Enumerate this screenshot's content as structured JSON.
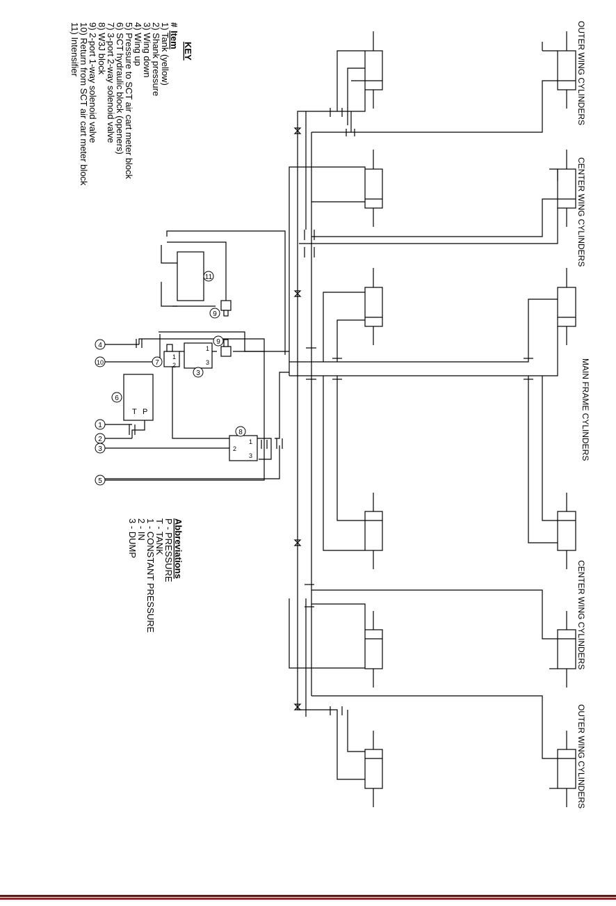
{
  "key": {
    "title": "KEY",
    "header_num": "#",
    "header_item": "Item",
    "items": [
      "1) Tank (yellow)",
      "2) Shank pressure",
      "3) Wing down",
      "4) Wing up",
      "5) Pressure to SCT air cart meter block",
      "6) SCT hydraulic block (openers)",
      "7) 3-port 2-way solenoid valve",
      "8) W3J block",
      "9) 2-port 1-way solenoid valve",
      "10) Return from SCT air cart meter block",
      "11) Intensifier"
    ]
  },
  "abbreviations": {
    "title": "Abbreviations",
    "items": [
      "P - PRESSURE",
      "T - TANK",
      "1 - CONSTANT PRESSURE",
      "2 - IN",
      "3 - DUMP"
    ]
  },
  "section_labels": {
    "outer_top": "OUTER WING CYLINDERS",
    "center_top": "CENTER WING CYLINDERS",
    "main": "MAIN FRAME CYLINDERS",
    "center_bottom": "CENTER WING CYLINDERS",
    "outer_bottom": "OUTER WING CYLINDERS"
  },
  "components": {
    "intensifier_num": "11",
    "solenoid9_top_num": "9",
    "solenoid9_num": "9",
    "valve7_num": "7",
    "block3_num": "3",
    "block3_ports": {
      "p1": "1",
      "p3": "3"
    },
    "valve7_ports": {
      "p1": "1",
      "p2": "2"
    },
    "sct_block_num": "6",
    "sct_ports": {
      "p": "P",
      "t": "T"
    },
    "w3j_num": "8",
    "w3j_ports": {
      "p1": "1",
      "p2": "2",
      "p3": "3"
    }
  },
  "ports": {
    "p4": "4",
    "p10": "10",
    "p1": "1",
    "p2": "2",
    "p3": "3",
    "p5": "5"
  },
  "colors": {
    "line": "#000000",
    "footer_dark": "#5a1a1a",
    "footer_mid": "#8b2c2c"
  }
}
